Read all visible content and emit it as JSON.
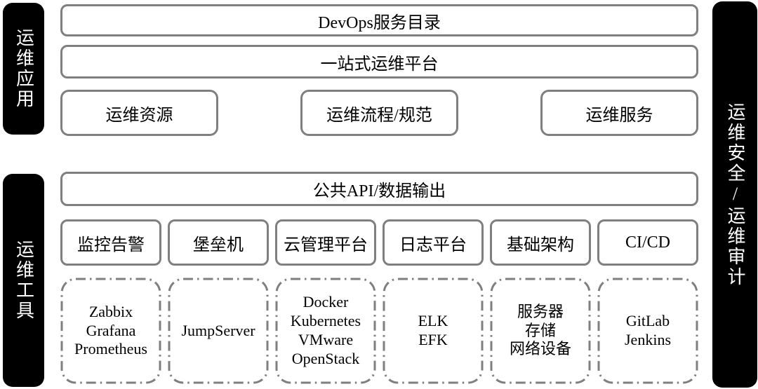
{
  "rails": {
    "app": "运维应用",
    "tools": "运维工具",
    "security": "运维安全/运维审计"
  },
  "app_layer": {
    "service_catalog": "DevOps服务目录",
    "platform": "一站式运维平台",
    "modules": [
      "运维资源",
      "运维流程/规范",
      "运维服务"
    ]
  },
  "tool_layer": {
    "api_bar": "公共API/数据输出",
    "categories": [
      {
        "label": "监控告警",
        "tools": "Zabbix\nGrafana\nPrometheus"
      },
      {
        "label": "堡垒机",
        "tools": "JumpServer"
      },
      {
        "label": "云管理平台",
        "tools": "Docker\nKubernetes\nVMware\nOpenStack"
      },
      {
        "label": "日志平台",
        "tools": "ELK\nEFK"
      },
      {
        "label": "基础架构",
        "tools": "服务器\n存储\n网络设备"
      },
      {
        "label": "CI/CD",
        "tools": "GitLab\nJenkins"
      }
    ]
  },
  "colors": {
    "rail_background": "#000000",
    "rail_text": "#ffffff",
    "box_border": "#7f7f7f",
    "box_background": "#ffffff",
    "text": "#000000"
  }
}
